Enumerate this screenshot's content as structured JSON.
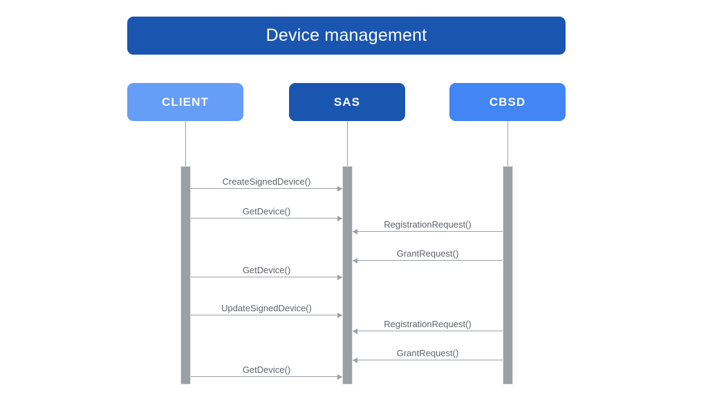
{
  "diagram": {
    "type": "sequence-diagram",
    "title": "Device management",
    "colors": {
      "title_banner": "#1a56b0",
      "client_box": "#669df6",
      "sas_box": "#1a56b0",
      "cbsd_box": "#4285f4",
      "lifeline": "#9aa0a6",
      "activation_bar": "#9aa0a6",
      "message_text": "#5f6368",
      "background": "#ffffff"
    },
    "participants": [
      {
        "id": "client",
        "label": "CLIENT"
      },
      {
        "id": "sas",
        "label": "SAS"
      },
      {
        "id": "cbsd",
        "label": "CBSD"
      }
    ],
    "messages": [
      {
        "label": "CreateSignedDevice()",
        "from": "client",
        "to": "sas",
        "direction": "right"
      },
      {
        "label": "GetDevice()",
        "from": "client",
        "to": "sas",
        "direction": "right"
      },
      {
        "label": "RegistrationRequest()",
        "from": "cbsd",
        "to": "sas",
        "direction": "left"
      },
      {
        "label": "GrantRequest()",
        "from": "cbsd",
        "to": "sas",
        "direction": "left"
      },
      {
        "label": "GetDevice()",
        "from": "client",
        "to": "sas",
        "direction": "right"
      },
      {
        "label": "UpdateSignedDevice()",
        "from": "client",
        "to": "sas",
        "direction": "right"
      },
      {
        "label": "RegistrationRequest()",
        "from": "cbsd",
        "to": "sas",
        "direction": "left"
      },
      {
        "label": "GrantRequest()",
        "from": "cbsd",
        "to": "sas",
        "direction": "left"
      },
      {
        "label": "GetDevice()",
        "from": "client",
        "to": "sas",
        "direction": "right"
      }
    ]
  }
}
